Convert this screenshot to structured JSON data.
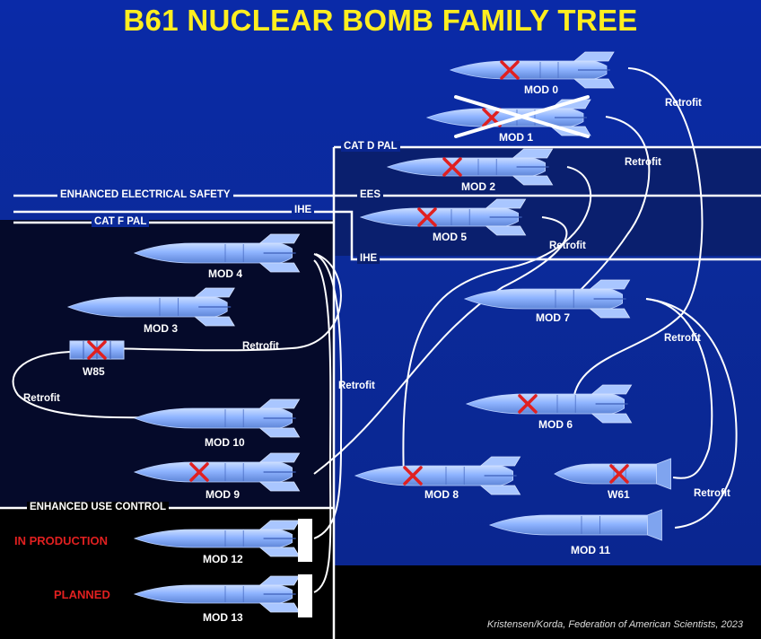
{
  "title": "B61 NUCLEAR BOMB FAMILY TREE",
  "credit": "Kristensen/Korda, Federation of American Scientists, 2023",
  "colors": {
    "background_blue": "#0c2a9e",
    "title_yellow": "#ffee1f",
    "bomb_body": "#8fb4ff",
    "retired_cross": "#e02020",
    "status_red": "#e02020"
  },
  "feature_lines": {
    "cat_d_pal": "CAT D PAL",
    "enhanced_electrical_safety": "ENHANCED ELECTRICAL SAFETY",
    "ees": "EES",
    "ihe_left": "IHE",
    "ihe_right": "IHE",
    "cat_f_pal": "CAT F PAL",
    "enhanced_use_control": "ENHANCED USE CONTROL"
  },
  "status": {
    "in_production": "IN PRODUCTION",
    "planned": "PLANNED"
  },
  "retrofit_label": "Retrofit",
  "bombs": [
    {
      "id": "mod0",
      "label": "MOD 0",
      "retired": true,
      "crossed_out": false
    },
    {
      "id": "mod1",
      "label": "MOD 1",
      "retired": true,
      "crossed_out": true
    },
    {
      "id": "mod2",
      "label": "MOD 2",
      "retired": true,
      "crossed_out": false
    },
    {
      "id": "mod5",
      "label": "MOD 5",
      "retired": true,
      "crossed_out": false
    },
    {
      "id": "mod4",
      "label": "MOD 4",
      "retired": false,
      "crossed_out": false
    },
    {
      "id": "mod3",
      "label": "MOD 3",
      "retired": false,
      "crossed_out": false
    },
    {
      "id": "w85",
      "label": "W85",
      "retired": true,
      "crossed_out": false
    },
    {
      "id": "mod10",
      "label": "MOD 10",
      "retired": false,
      "crossed_out": false
    },
    {
      "id": "mod9",
      "label": "MOD 9",
      "retired": true,
      "crossed_out": false
    },
    {
      "id": "mod7",
      "label": "MOD 7",
      "retired": false,
      "crossed_out": false
    },
    {
      "id": "mod6",
      "label": "MOD 6",
      "retired": true,
      "crossed_out": false
    },
    {
      "id": "mod8",
      "label": "MOD 8",
      "retired": true,
      "crossed_out": false
    },
    {
      "id": "w61",
      "label": "W61",
      "retired": true,
      "crossed_out": false
    },
    {
      "id": "mod11",
      "label": "MOD 11",
      "retired": false,
      "crossed_out": false
    },
    {
      "id": "mod12",
      "label": "MOD 12",
      "retired": false,
      "crossed_out": false
    },
    {
      "id": "mod13",
      "label": "MOD 13",
      "retired": false,
      "crossed_out": false
    }
  ]
}
